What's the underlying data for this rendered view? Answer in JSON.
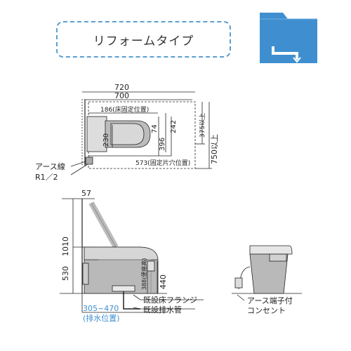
{
  "header": {
    "title": "リフォームタイプ",
    "icon": "drain-outlet-icon",
    "accent": "#3f8fd0"
  },
  "plan": {
    "d720": "720",
    "d700": "700",
    "d186": "186(床固定位置)",
    "d230": "230",
    "d74": "74",
    "d242": "242",
    "d396": "396",
    "d573": "573(固定片穴位置)",
    "d375": "375以上",
    "d750": "750以上",
    "earth_wire": "アース線",
    "r12": "R1／2"
  },
  "side": {
    "d57": "57",
    "d1010": "1010",
    "d530": "530",
    "d388": "388(便座高)",
    "d440": "440",
    "range": "305~470",
    "range_note": "(排水位置)",
    "flange": "既設床フランジ",
    "drain_pipe": "既設排水管"
  },
  "front": {
    "outlet": "アース端子付\nコンセント"
  }
}
